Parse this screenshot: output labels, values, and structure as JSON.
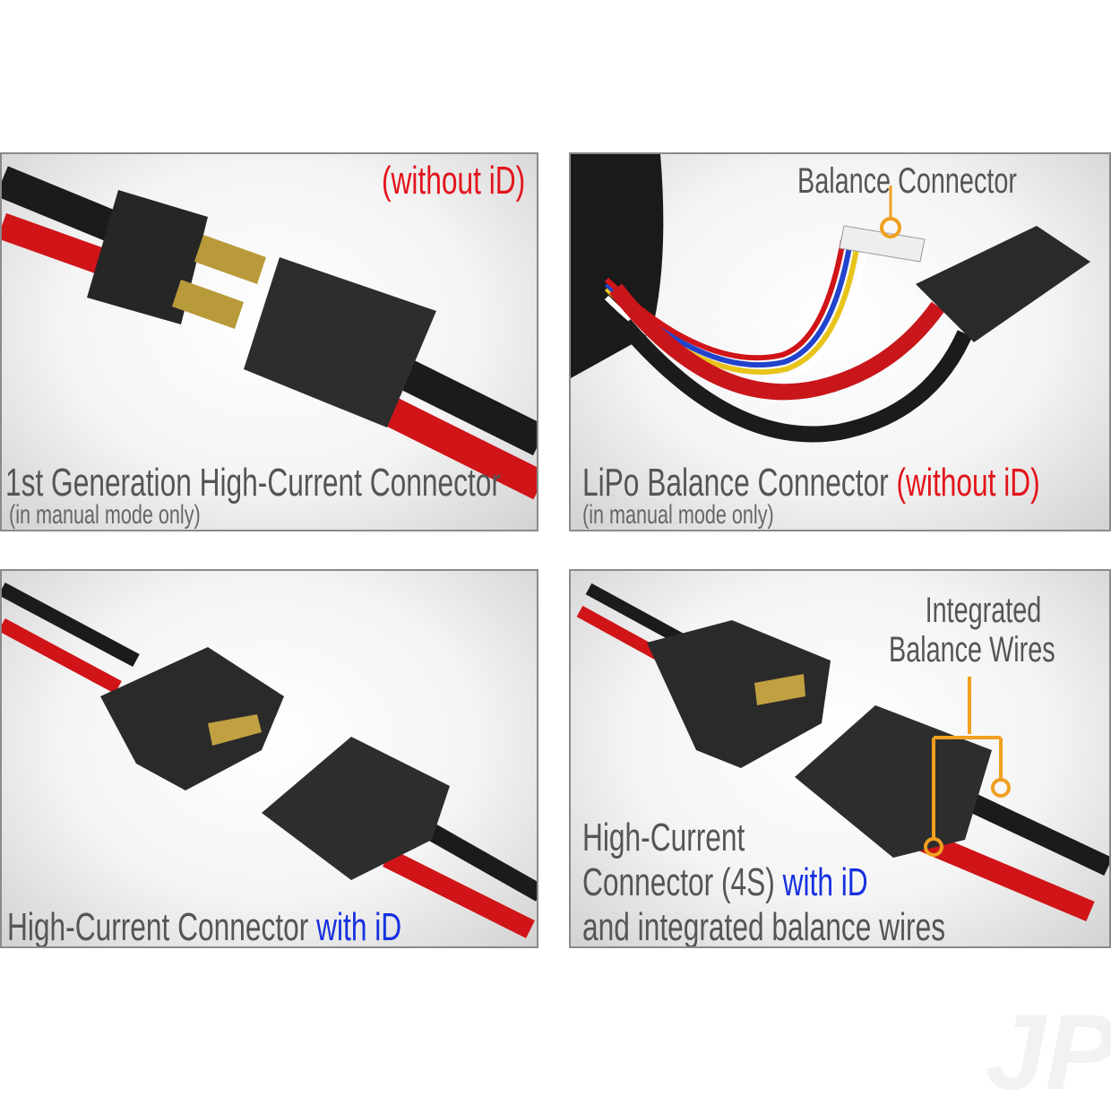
{
  "panels": [
    {
      "title": "1st Generation High-Current Connector",
      "subtitle": "(in manual mode only)",
      "tag": "(without iD)"
    },
    {
      "title": "LiPo Balance Connector",
      "tag": "(without iD)",
      "subtitle": "(in manual mode only)",
      "callout": "Balance Connector"
    },
    {
      "title": "High-Current Connector",
      "tag": "with iD"
    },
    {
      "line1": "High-Current",
      "line2": "Connector (4S)",
      "tag": "with iD",
      "line3": "and integrated balance wires",
      "callout_line1": "Integrated",
      "callout_line2": "Balance Wires"
    }
  ],
  "watermark": "JP",
  "colors": {
    "red": "#e3141b",
    "blue": "#1630e0",
    "wire_black": "#1b1b1b",
    "connector": "#2a2a2a",
    "callout": "#f0a020"
  }
}
